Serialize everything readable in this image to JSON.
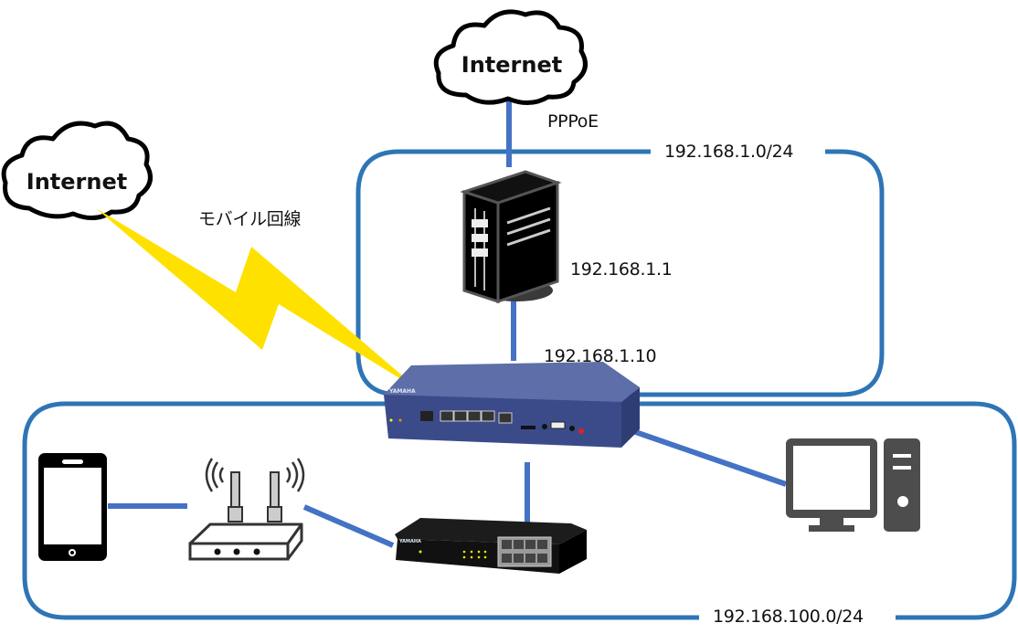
{
  "diagram": {
    "colors": {
      "network_border": "#2E75B6",
      "link_line": "#4472C4",
      "wireless_bolt": "#FFE100",
      "router_body": "#3B4B8A",
      "icon_dark": "#4D4D4D"
    },
    "clouds": [
      {
        "id": "internet-pppoe",
        "label": "Internet"
      },
      {
        "id": "internet-mobile",
        "label": "Internet"
      }
    ],
    "links": {
      "pppoe_label": "PPPoE",
      "mobile_label": "モバイル回線"
    },
    "networks": [
      {
        "id": "wan-segment",
        "label": "192.168.1.0/24"
      },
      {
        "id": "lan-segment",
        "label": "192.168.100.0/24"
      }
    ],
    "devices": {
      "onu": {
        "name": "ONU / Modem",
        "ip": "192.168.1.1"
      },
      "router": {
        "name": "YAMAHA Router",
        "brand": "YAMAHA",
        "ip": "192.168.1.10"
      },
      "switch": {
        "name": "YAMAHA Switch",
        "brand": "YAMAHA"
      },
      "wifi_ap": {
        "name": "Wi-Fi Router"
      },
      "smartphone": {
        "name": "Smartphone"
      },
      "desktop_pc": {
        "name": "Desktop PC"
      }
    }
  }
}
